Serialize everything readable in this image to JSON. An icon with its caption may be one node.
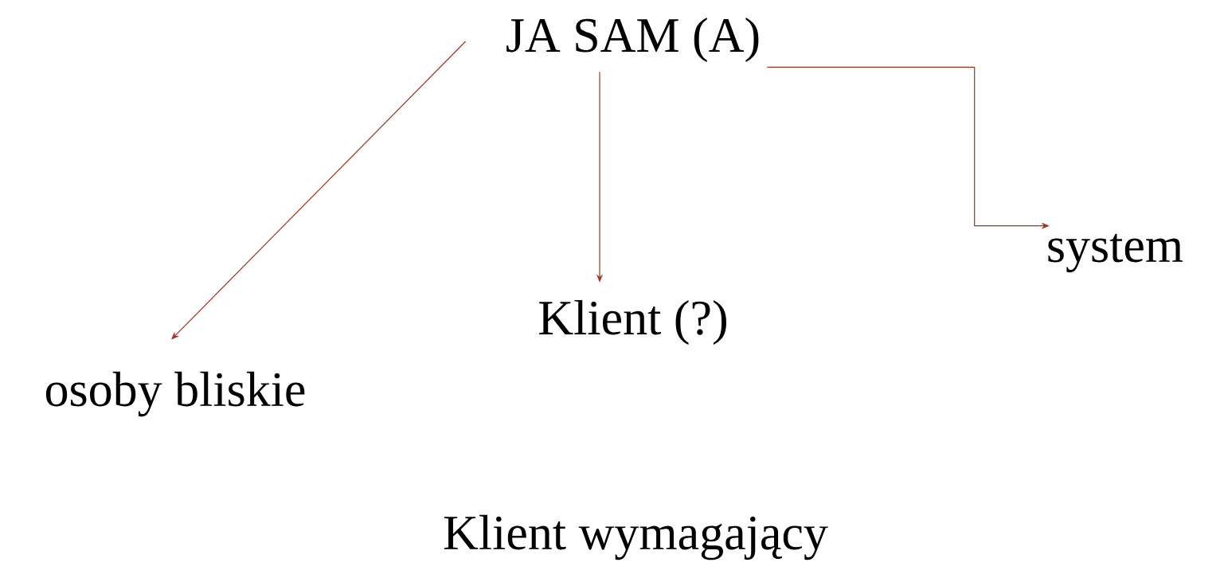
{
  "diagram": {
    "nodes": [
      {
        "text": [
          "JA SAM (A)"
        ]
      },
      {
        "text": [
          "osoby bliskie"
        ]
      },
      {
        "text": [
          "Klient (?)"
        ]
      },
      {
        "text": [
          "system"
        ]
      }
    ],
    "edges": [
      {
        "from": 0,
        "to": 1,
        "arrow": "to"
      },
      {
        "from": 0,
        "to": 2,
        "arrow": "to"
      },
      {
        "from": 0,
        "to": 3,
        "arrow": "to"
      }
    ],
    "labels": [
      "Klient wymagający"
    ]
  }
}
